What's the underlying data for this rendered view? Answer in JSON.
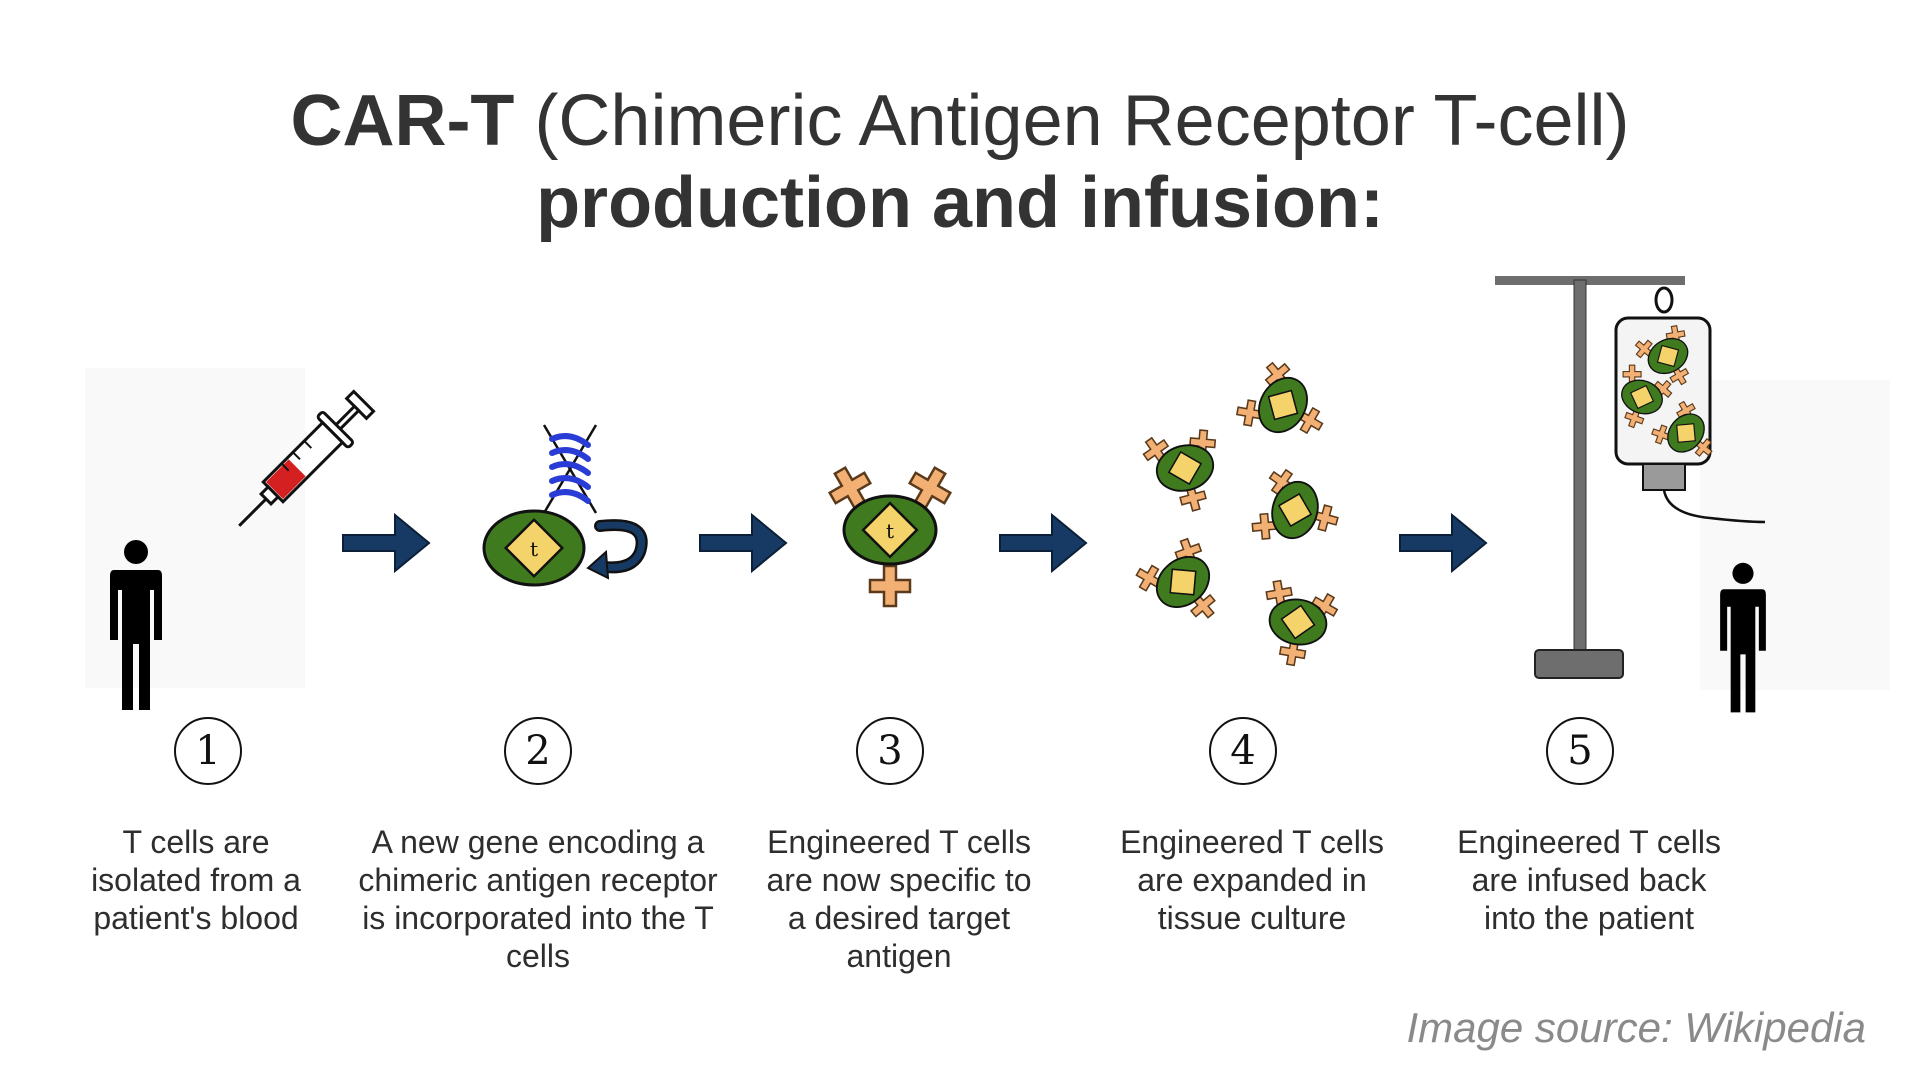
{
  "title": {
    "bold_part": "CAR-T",
    "light_part": "(Chimeric Antigen Receptor T-cell)",
    "line2": "production and infusion:"
  },
  "steps": [
    {
      "number": "1",
      "text": "T cells are isolated from a patient's blood"
    },
    {
      "number": "2",
      "text": "A new gene encoding a chimeric antigen receptor is incorporated into the T cells"
    },
    {
      "number": "3",
      "text": "Engineered T cells are now specific to a desired target antigen"
    },
    {
      "number": "4",
      "text": "Engineered T cells are expanded in tissue culture"
    },
    {
      "number": "5",
      "text": "Engineered T cells are infused back into the patient"
    }
  ],
  "cell_label": "t",
  "source": "Image source: Wikipedia",
  "colors": {
    "arrow": "#163a64",
    "cell_outer": "#3f7a1f",
    "cell_inner": "#f5d36b",
    "receptor": "#f2b074",
    "dna": "#2a3cd6",
    "blood": "#d42020",
    "stand": "#6e6e6e"
  }
}
